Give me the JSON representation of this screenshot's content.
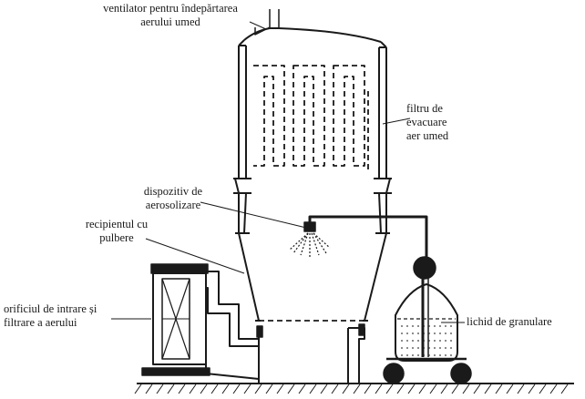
{
  "labels": {
    "fan": "ventilator pentru îndepărtarea\naerului umed",
    "filter": "filtru de\nevacuare\naer umed",
    "atomizer": "dispozitiv de\naerosolizare",
    "container": "recipientul cu\npulbere",
    "inlet": "orificiul de intrare și\nfiltrare a aerului",
    "liquid": "lichid de granulare"
  },
  "colors": {
    "ink": "#1a1a1a",
    "background": "#ffffff"
  }
}
